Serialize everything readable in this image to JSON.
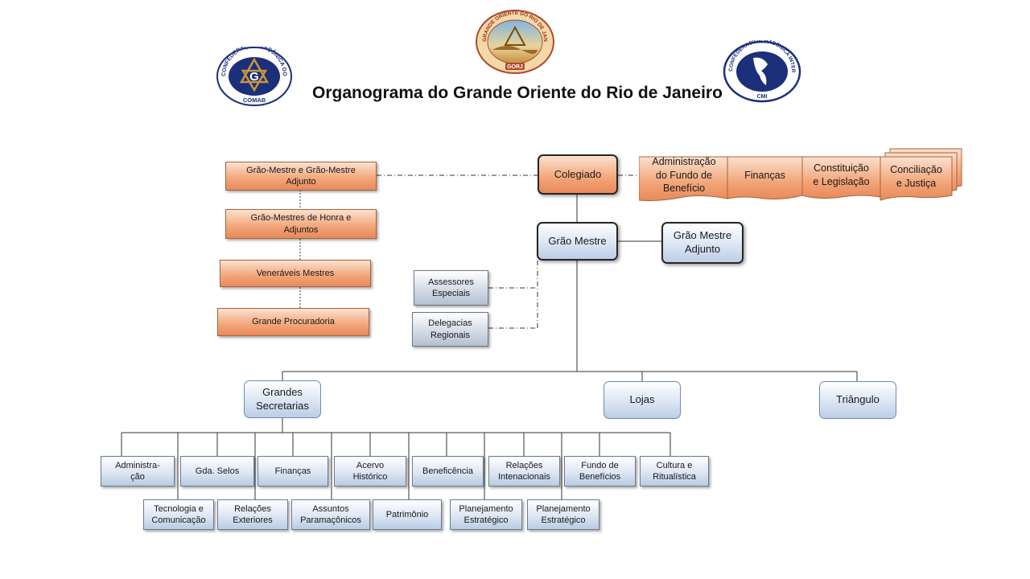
{
  "title": "Organograma do Grande Oriente do Rio de Janeiro",
  "logos": {
    "left": {
      "ring_text": "CONFEDERAÇÃO MAÇÔNICA DO BRASIL",
      "center_letter": "G",
      "bottom_text": "COMAB"
    },
    "center": {
      "ring_text": "GRANDE ORIENTE DO RIO DE JANEIRO",
      "bottom_text": "GORJ"
    },
    "right": {
      "ring_text": "CONFEDERACIÓN MASÓNICA INTERAMERICANA",
      "bottom_text": "CMI"
    }
  },
  "top": {
    "colegiado": "Colegiado",
    "grao_mestre": "Grão Mestre",
    "grao_mestre_adjunto_line1": "Grão Mestre",
    "grao_mestre_adjunto_line2": "Adjunto"
  },
  "left_chain": {
    "item1_line1": "Grão-Mestre e Grão-Mestre",
    "item1_line2": "Adjunto",
    "item2_line1": "Grão-Mestres de Honra e",
    "item2_line2": "Adjuntos",
    "item3": "Veneráveis Mestres",
    "item4": "Grande Procuradoria"
  },
  "councils": {
    "c1_line1": "Administração",
    "c1_line2": "do Fundo de",
    "c1_line3": "Benefício",
    "c2": "Finanças",
    "c3_line1": "Constituição",
    "c3_line2": "e Legislação",
    "c4_line1": "Conciliação",
    "c4_line2": "e Justiça"
  },
  "advisors": {
    "a1_line1": "Assessores",
    "a1_line2": "Especiais",
    "a2_line1": "Delegacias",
    "a2_line2": "Regionais"
  },
  "level3": {
    "secretarias_line1": "Grandes",
    "secretarias_line2": "Secretarias",
    "lojas": "Lojas",
    "triangulo": "Triângulo"
  },
  "secretariats_top": [
    {
      "line1": "Administra-",
      "line2": "ção"
    },
    {
      "line1": "Gda. Selos",
      "line2": ""
    },
    {
      "line1": "Finanças",
      "line2": ""
    },
    {
      "line1": "Acervo",
      "line2": "Histórico"
    },
    {
      "line1": "Beneficência",
      "line2": ""
    },
    {
      "line1": "Relações",
      "line2": "Intenacionais"
    },
    {
      "line1": "Fundo de",
      "line2": "Benefícios"
    },
    {
      "line1": "Cultura e",
      "line2": "Ritualística"
    }
  ],
  "secretariats_bottom": [
    {
      "line1": "Tecnologia e",
      "line2": "Comunicação"
    },
    {
      "line1": "Relações",
      "line2": "Exteriores"
    },
    {
      "line1": "Assuntos",
      "line2": "Paramaçônicos"
    },
    {
      "line1": "Patrimônio",
      "line2": ""
    },
    {
      "line1": "Planejamento",
      "line2": "Estratégico"
    },
    {
      "line1": "Planejamento",
      "line2": "Estratégico"
    }
  ],
  "colors": {
    "orange": "#f2a578",
    "blue": "#bccde6",
    "logo_navy": "#1b2f7a",
    "logo_gold": "#c9963a",
    "line": "#333333"
  }
}
